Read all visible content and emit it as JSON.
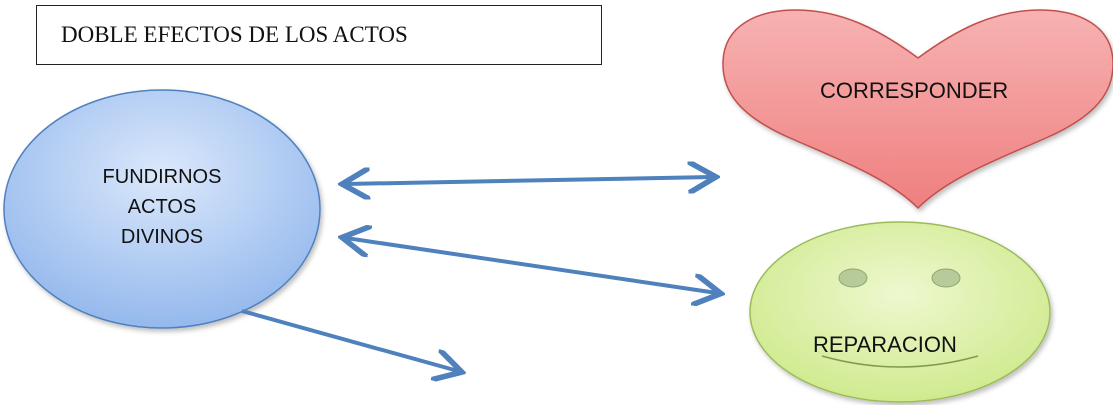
{
  "diagram": {
    "title": "DOBLE EFECTOS DE LOS ACTOS",
    "oval": {
      "lines": [
        "FUNDIRNOS",
        "ACTOS",
        "DIVINOS"
      ],
      "color": "#a9c7f0"
    },
    "heart": {
      "label": "CORRESPONDER",
      "color": "#f08a8a"
    },
    "smiley": {
      "label": "REPARACION",
      "color": "#d7ef9e"
    },
    "arrow_color": "#4f81bd"
  }
}
